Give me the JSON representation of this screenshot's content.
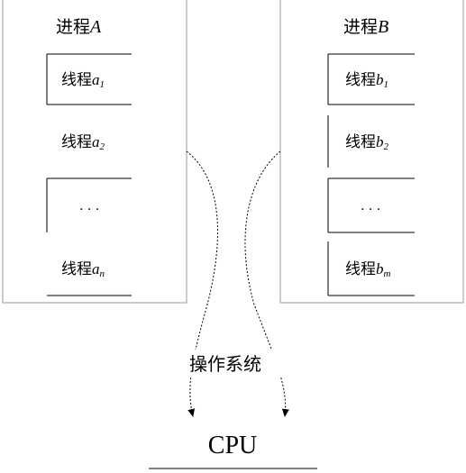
{
  "process_a": {
    "title_prefix": "进程",
    "title_var": "A",
    "threads": [
      {
        "prefix": "线程",
        "var": "a",
        "sub": "1"
      },
      {
        "prefix": "线程",
        "var": "a",
        "sub": "2"
      },
      {
        "ellipsis": "· · ·"
      },
      {
        "prefix": "线程",
        "var": "a",
        "sub": "n"
      }
    ]
  },
  "process_b": {
    "title_prefix": "进程",
    "title_var": "B",
    "threads": [
      {
        "prefix": "线程",
        "var": "b",
        "sub": "1"
      },
      {
        "prefix": "线程",
        "var": "b",
        "sub": "2"
      },
      {
        "ellipsis": "· · ·"
      },
      {
        "prefix": "线程",
        "var": "b",
        "sub": "m"
      }
    ]
  },
  "os_label": "操作系统",
  "cpu_label": "CPU"
}
